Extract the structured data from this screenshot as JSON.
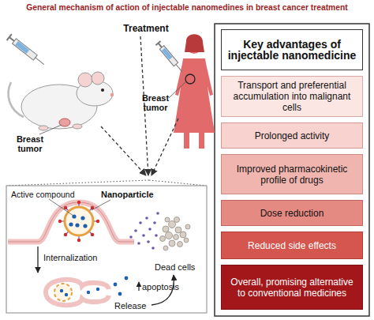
{
  "diagram": {
    "title": "General mechanism of action of injectable nanomedines in breast cancer treatment",
    "nodes": [
      {
        "text": [
          "Key advantages of injectable nanomedicine"
        ]
      },
      {
        "text": [
          "Transport and preferential accumulation into malignant cells"
        ]
      },
      {
        "text": [
          "Prolonged activity"
        ]
      },
      {
        "text": [
          "Improved pharmacokinetic profile of drugs"
        ]
      },
      {
        "text": [
          "Dose reduction"
        ]
      },
      {
        "text": [
          "Reduced side effects"
        ]
      },
      {
        "text": [
          "Overall, promising alternative to conventional medicines"
        ]
      }
    ],
    "labels": [
      "Treatment",
      "Breast tumor",
      "Breast tumor",
      "Active compound",
      "Nanoparticle",
      "Internalization",
      "Dead cells",
      "apoptosis",
      "Release"
    ]
  }
}
